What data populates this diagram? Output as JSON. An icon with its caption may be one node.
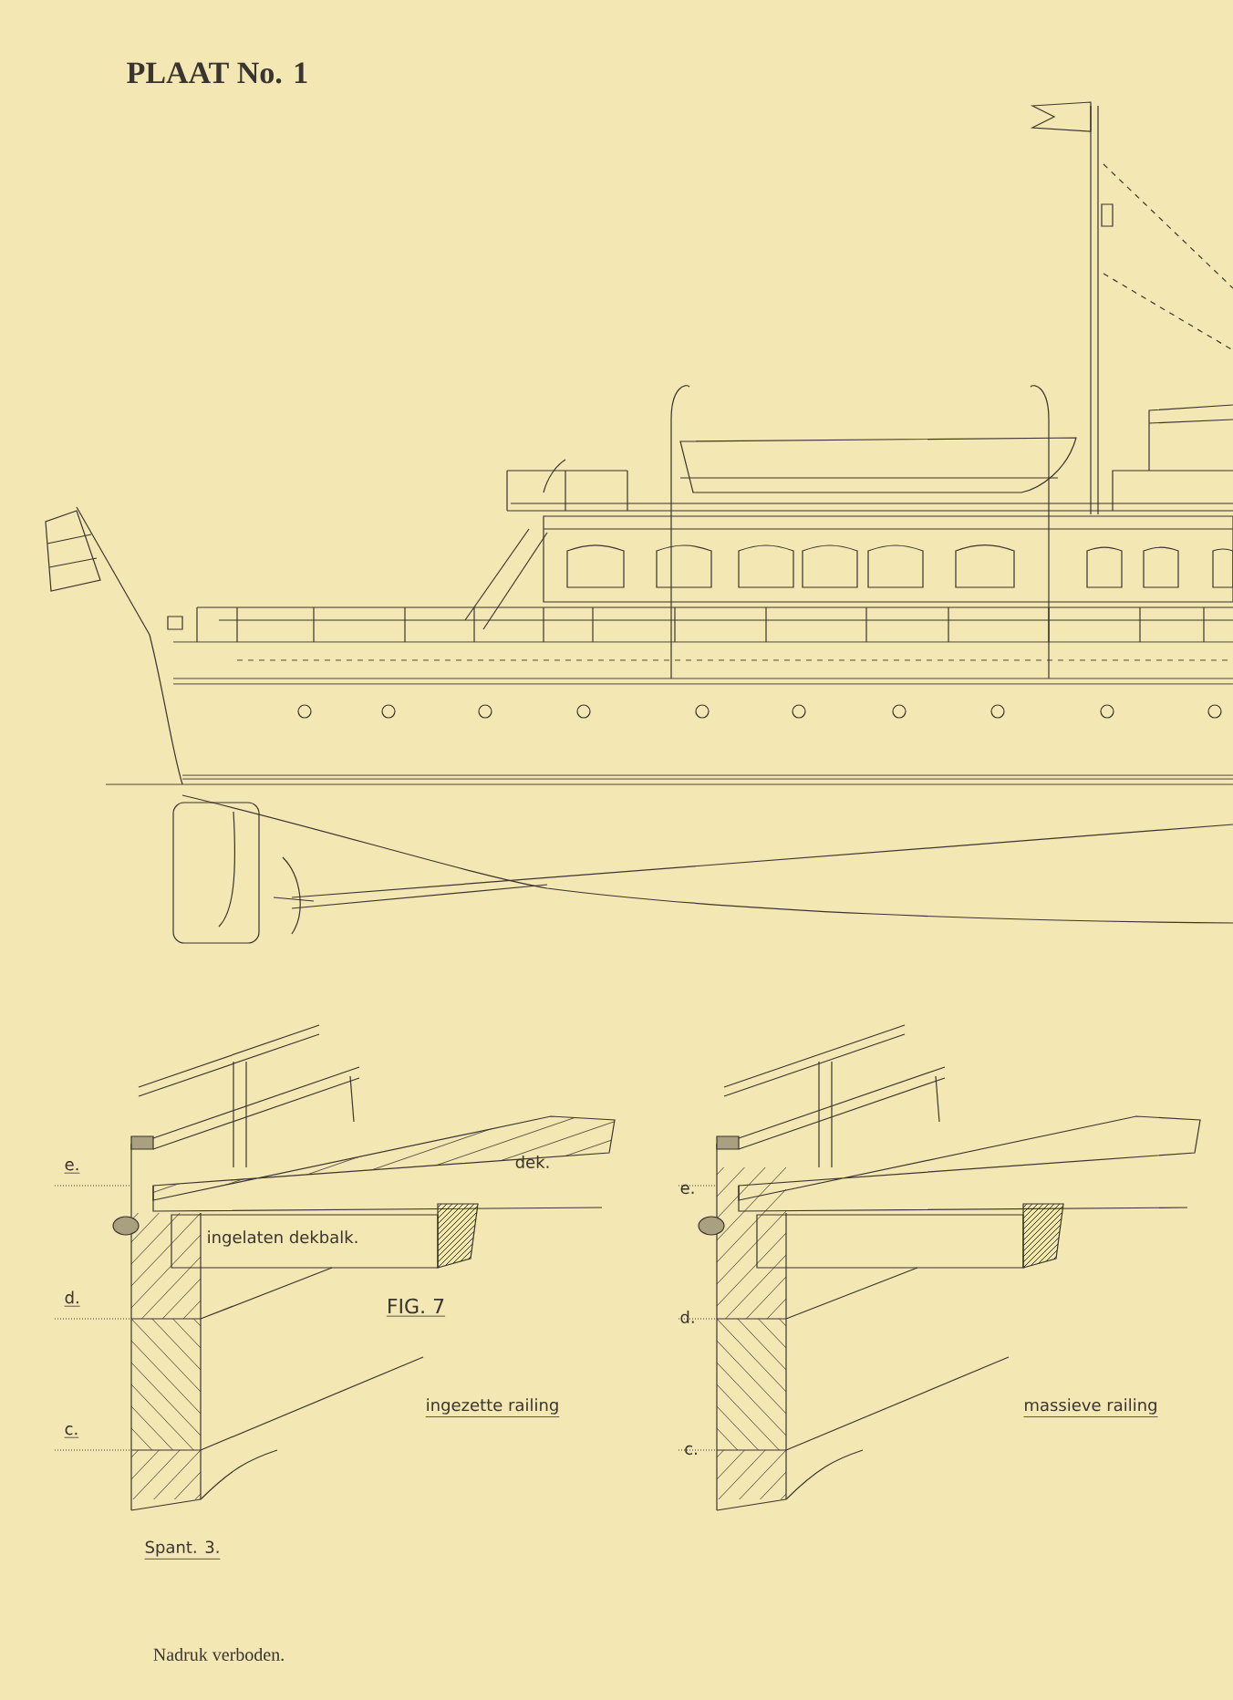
{
  "diagram": {
    "title": "PLAAT No. 1",
    "labels": [
      "e.",
      "dek.",
      "ingelaten dekbalk.",
      "d.",
      "FIG. 7",
      "ingezette railing",
      "c.",
      "e.",
      "d.",
      "massieve railing",
      "c.",
      "Spant. 3.",
      "Nadruk verboden."
    ]
  }
}
